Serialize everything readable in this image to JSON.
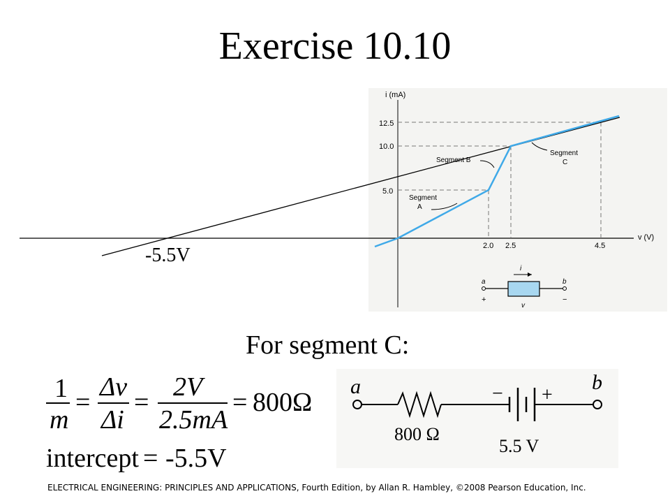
{
  "slide": {
    "title": "Exercise 10.10",
    "annotation": "-5.5V",
    "subtitle": "For segment C:",
    "footer": "ELECTRICAL ENGINEERING: PRINCIPLES AND APPLICATIONS, Fourth Edition, by Allan R. Hambley, ©2008 Pearson Education, Inc."
  },
  "graph": {
    "y_axis_label": "i (mA)",
    "x_axis_label": "v (V)",
    "y_ticks": [
      "12.5",
      "10.0",
      "5.0"
    ],
    "x_ticks": [
      "2.0",
      "2.5",
      "4.5"
    ],
    "segment_a_label": [
      "Segment",
      "A"
    ],
    "segment_b_label": "Segment B",
    "segment_c_label": [
      "Segment",
      "C"
    ],
    "element": {
      "a": "a",
      "b": "b",
      "plus": "+",
      "minus": "−",
      "current": "i",
      "voltage": "v"
    },
    "line_color": "#3fa9e8"
  },
  "chart_data": {
    "type": "line",
    "series": [
      {
        "name": "Segment A",
        "x": [
          0,
          2.0
        ],
        "y": [
          0,
          5.0
        ]
      },
      {
        "name": "Segment B",
        "x": [
          2.0,
          2.5
        ],
        "y": [
          5.0,
          10.0
        ]
      },
      {
        "name": "Segment C",
        "x": [
          2.5,
          4.5
        ],
        "y": [
          10.0,
          12.5
        ]
      }
    ],
    "xlabel": "v (V)",
    "ylabel": "i (mA)",
    "x_ticks": [
      2.0,
      2.5,
      4.5
    ],
    "y_ticks": [
      5.0,
      10.0,
      12.5
    ]
  },
  "equation": {
    "one": "1",
    "m": "m",
    "eq": "=",
    "delta_v": "Δv",
    "delta_i": "Δi",
    "num": "2V",
    "den": "2.5mA",
    "result": "800Ω",
    "intercept_word": "intercept",
    "intercept_value": "-5.5V"
  },
  "circuit": {
    "a": "a",
    "b": "b",
    "minus": "−",
    "plus": "+",
    "resistance": "800 Ω",
    "voltage": "5.5 V"
  }
}
